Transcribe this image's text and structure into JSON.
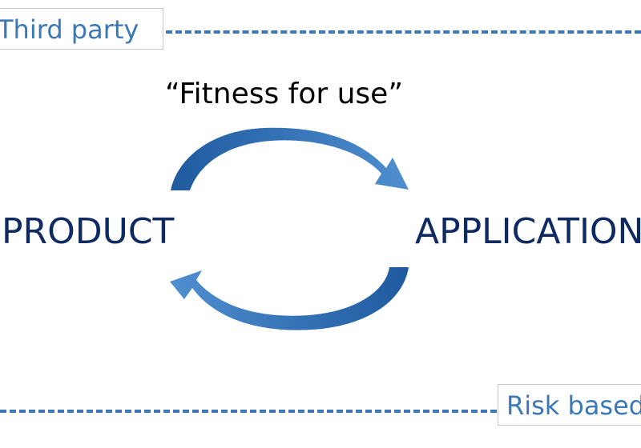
{
  "labels": {
    "third_party": "Third party",
    "risk_based": "Risk based",
    "fitness_for_use": "“Fitness for use”",
    "product": "PRODUCT",
    "application": "APPLICATION"
  },
  "colors": {
    "accent_blue": "#3a78b6",
    "node_text": "#0f2a60",
    "arrow_dark": "#1f5a9e",
    "arrow_light": "#4f8fd0"
  },
  "icons": {
    "top_arrow": "curved-arrow-right-icon",
    "bottom_arrow": "curved-arrow-left-icon"
  }
}
